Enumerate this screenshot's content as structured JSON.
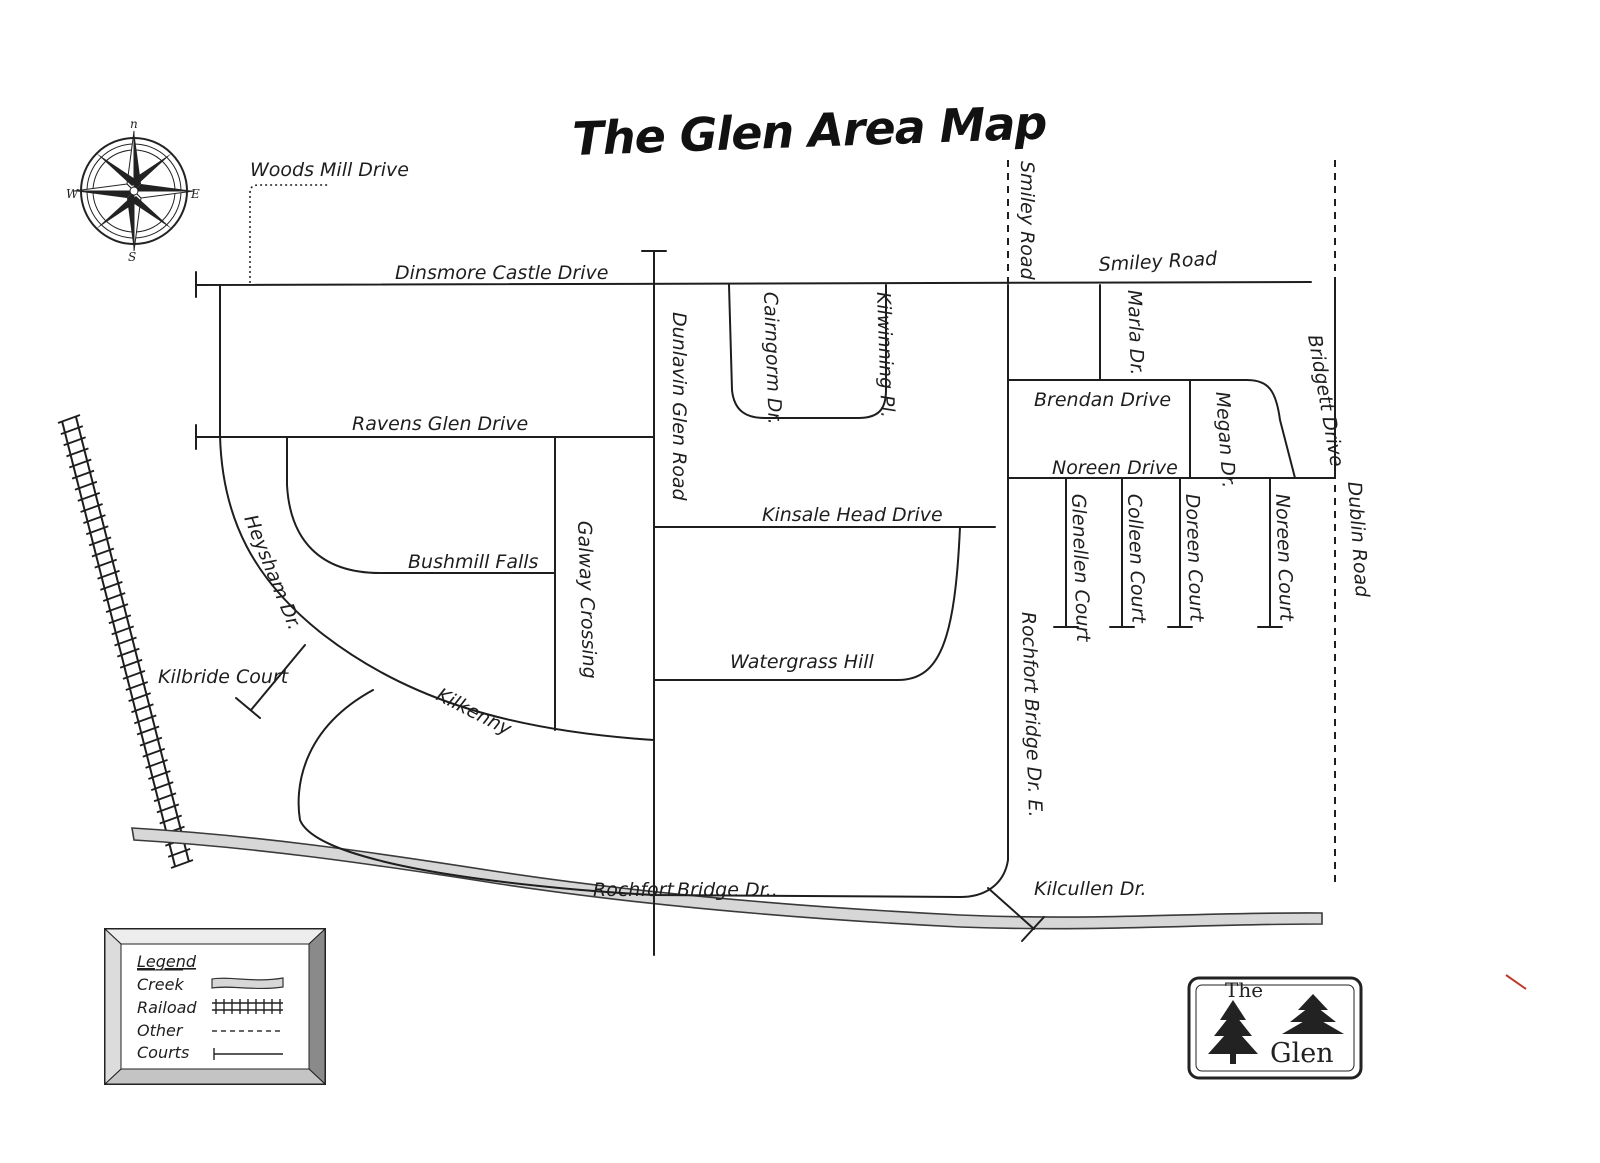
{
  "title": "The Glen Area Map",
  "compass": {
    "n": "n",
    "e": "E",
    "s": "S",
    "w": "W"
  },
  "roads": {
    "woods_mill": "Woods Mill Drive",
    "dinsmore": "Dinsmore Castle Drive",
    "smiley_v": "Smiley Road",
    "smiley_h": "Smiley Road",
    "dunlavin": "Dunlavin Glen Road",
    "cairngorm": "Cairngorm Dr.",
    "kilwinning": "Kilwinning Pl.",
    "marla": "Marla Dr.",
    "bridgett": "Bridgett Drive",
    "brendan": "Brendan Drive",
    "megan": "Megan Dr.",
    "noreen_drive": "Noreen Drive",
    "ravens": "Ravens Glen Drive",
    "kinsale": "Kinsale Head Drive",
    "dublin": "Dublin Road",
    "glenellen": "Glenellen Court",
    "colleen": "Colleen Court",
    "doreen": "Doreen Court",
    "noreen_court": "Noreen Court",
    "heysham": "Heysham Dr.",
    "bushmill": "Bushmill Falls",
    "galway": "Galway Crossing",
    "rochfort_e": "Rochfort Bridge Dr. E.",
    "watergrass": "Watergrass Hill",
    "kilbride": "Kilbride Court",
    "kilkenny": "Kilkenny",
    "rochfort": "Rochfort",
    "bridge_dr": "Bridge Dr..",
    "kilcullen": "Kilcullen Dr."
  },
  "legend": {
    "heading": "Legend",
    "creek": "Creek",
    "railroad": "Raiload",
    "other": "Other",
    "courts": "Courts"
  },
  "logo": {
    "the": "The",
    "glen": "Glen"
  }
}
